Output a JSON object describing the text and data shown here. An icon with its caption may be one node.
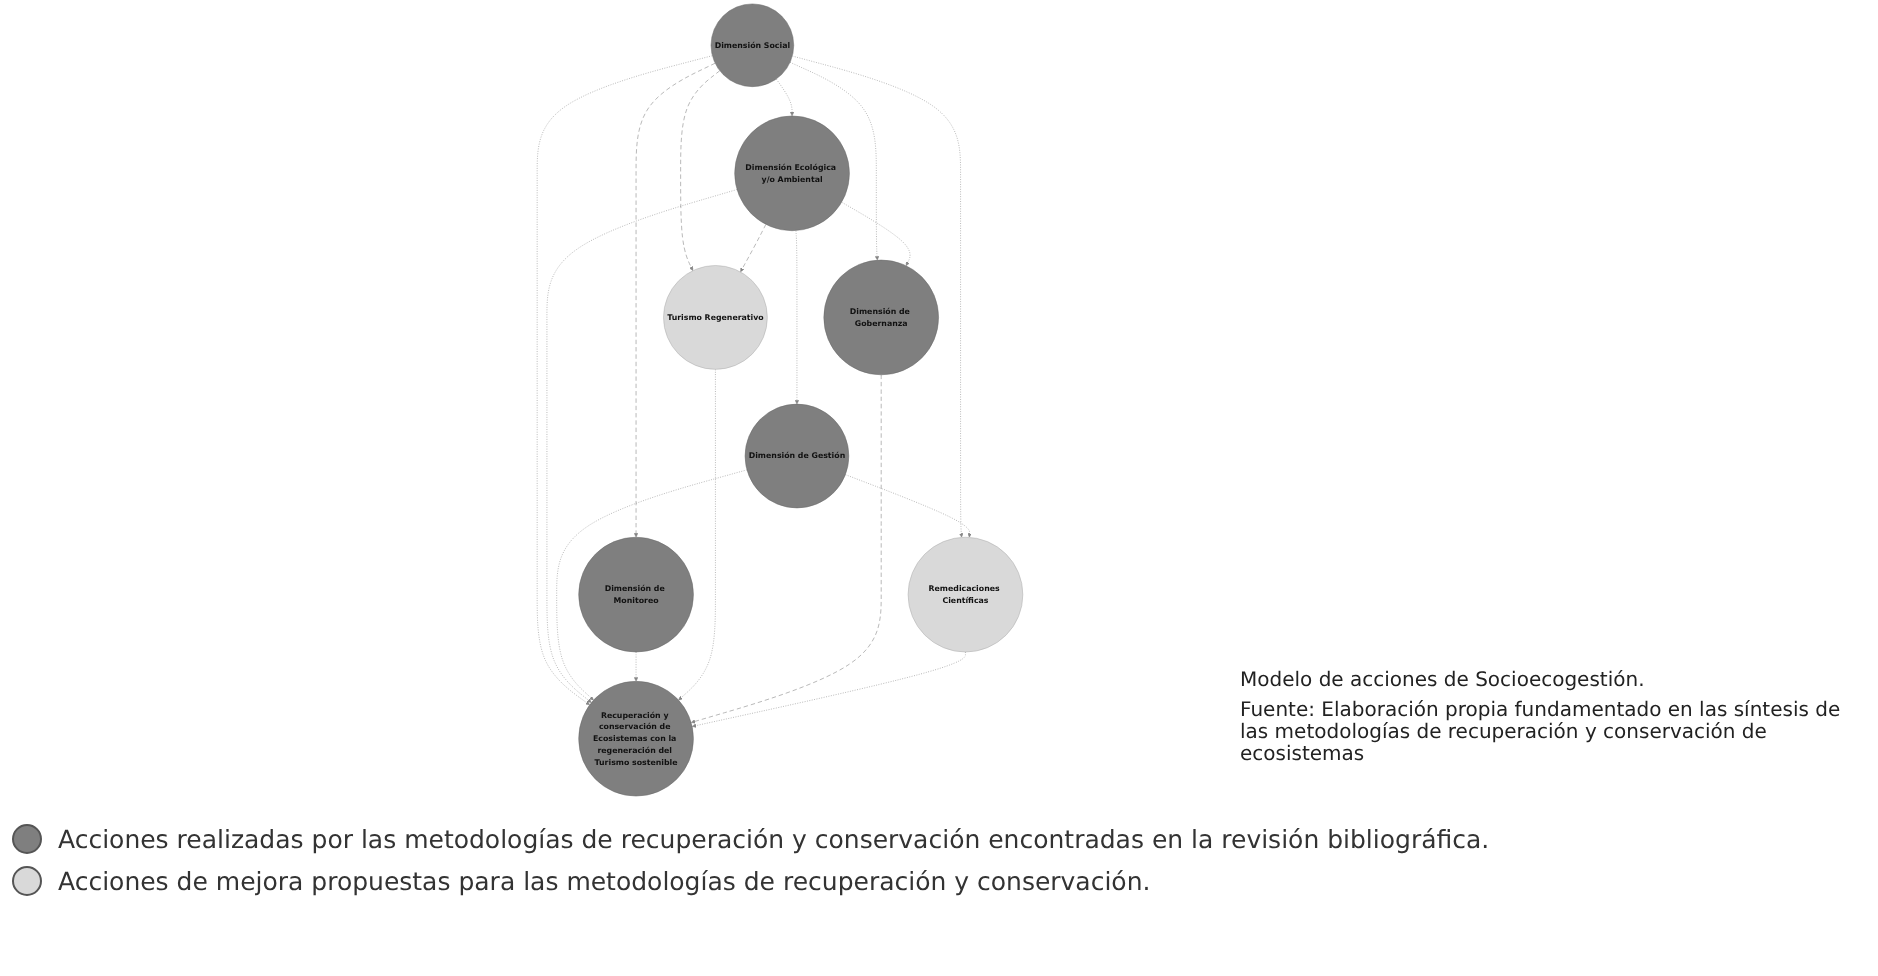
{
  "diagram": {
    "caption": "Modelo de acciones de Socioecogestión.",
    "nodes": [
      {
        "text": [
          "Dimensión Social"
        ]
      },
      {
        "text": [
          "Dimensión Ecológica y/o Ambiental"
        ]
      },
      {
        "text": [
          "Dimensión de Gestión"
        ]
      },
      {
        "text": [
          "Turismo Regenerativo"
        ]
      },
      {
        "text": [
          "Dimensión de Monitoreo"
        ]
      },
      {
        "text": [
          "Dimensión de Gobernanza"
        ]
      },
      {
        "text": [
          "Recuperación y conservación de Ecosistemas con la regeneración del Turismo sostenible"
        ]
      },
      {
        "text": [
          "Remedicaciones Científicas"
        ]
      }
    ],
    "edges": [
      {
        "from": 0,
        "to": 1,
        "arrow": "to"
      },
      {
        "from": 0,
        "to": 3,
        "arrow": "to",
        "style": "dashed"
      },
      {
        "from": 0,
        "to": 4,
        "arrow": "to",
        "style": "dashed"
      },
      {
        "from": 0,
        "to": 6,
        "arrow": "to"
      },
      {
        "from": 0,
        "to": 5,
        "arrow": "to"
      },
      {
        "from": 0,
        "to": 7,
        "arrow": "to"
      },
      {
        "from": 1,
        "to": 2,
        "arrow": "to"
      },
      {
        "from": 1,
        "to": 3,
        "arrow": "to",
        "style": "dashed"
      },
      {
        "from": 1,
        "to": 5,
        "arrow": "to"
      },
      {
        "from": 1,
        "to": 6,
        "arrow": "to"
      },
      {
        "from": 2,
        "to": 6,
        "arrow": "to"
      },
      {
        "from": 2,
        "to": 7,
        "arrow": "to"
      },
      {
        "from": 4,
        "to": 6,
        "arrow": "to"
      },
      {
        "from": 3,
        "to": 6,
        "arrow": "to"
      },
      {
        "from": 5,
        "to": 6,
        "arrow": "to",
        "style": "dashed"
      },
      {
        "from": 7,
        "to": 6,
        "arrow": "to"
      }
    ],
    "labels": [
      "Fuente: Elaboración propia fundamentado en las síntesis de las metodologías de recuperación y conservación de ecosistemas"
    ],
    "legend": [
      {
        "text": "Acciones realizadas por las metodologías de recuperación y conservación encontradas en la revisión bibliográfica.",
        "color": "#7f7f7f"
      },
      {
        "text": "Acciones de mejora propuestas para las metodologías de recuperación y conservación.",
        "color": "#d9d9d9"
      }
    ]
  }
}
